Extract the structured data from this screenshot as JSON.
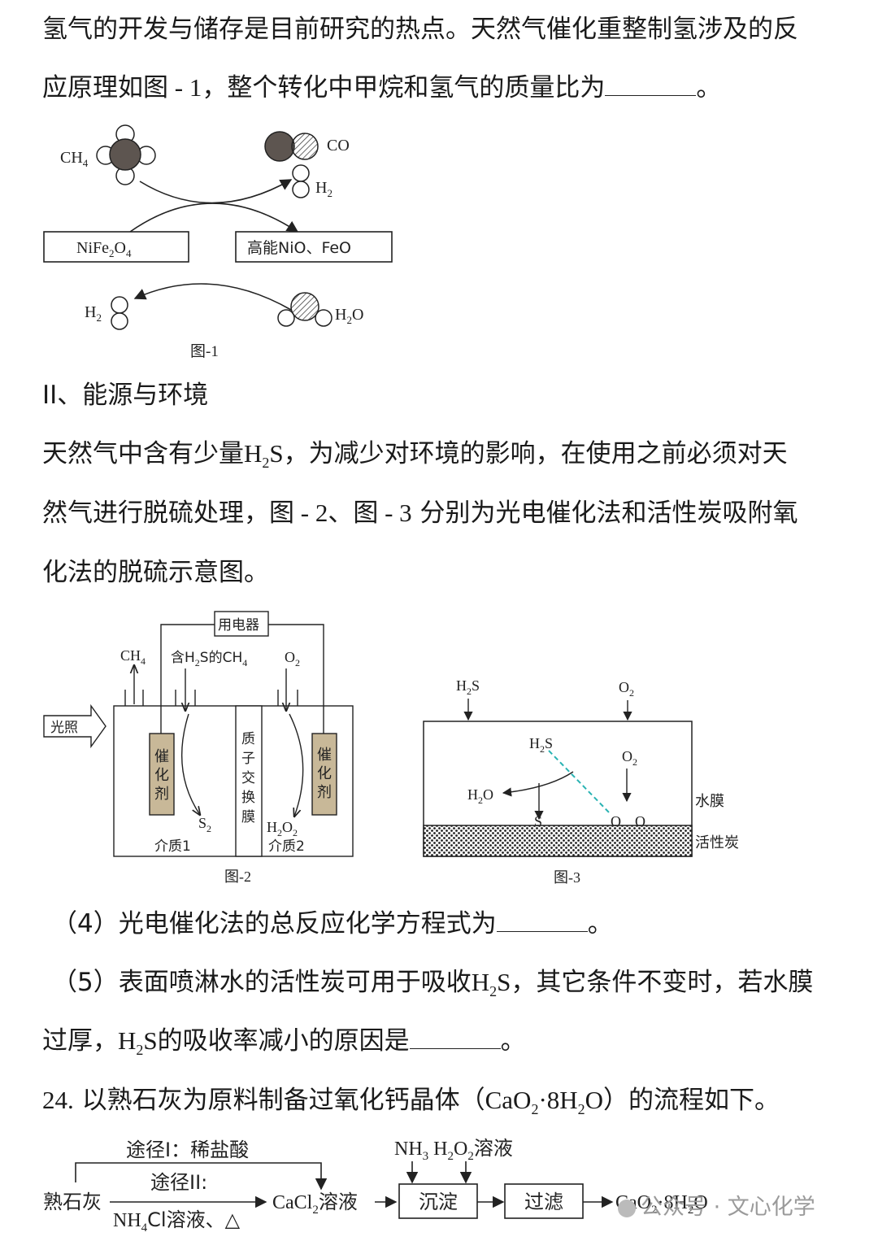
{
  "intro": {
    "line1": "氢气的开发与储存是目前研究的热点。天然气催化重整制氢涉及的反",
    "line2_a": "应原理如图",
    "line2_fig": " - 1",
    "line2_b": "，整个转化中甲烷和氢气的质量比为",
    "line2_end": "。"
  },
  "fig1": {
    "ch4": "CH",
    "ch4_sub": "4",
    "co": "CO",
    "h2": "H",
    "h2_sub": "2",
    "left_box_a": "NiFe",
    "left_box_sub1": "2",
    "left_box_b": "O",
    "left_box_sub2": "4",
    "right_box": "高能NiO、FeO",
    "h2_bottom": "H",
    "h2_bottom_sub": "2",
    "h2o": "H",
    "h2o_sub": "2",
    "h2o_end": "O",
    "caption": "图-1"
  },
  "section2": {
    "heading": "II、能源与环境"
  },
  "para": {
    "line1_a": "天然气中含有少量",
    "line1_h": "H",
    "line1_sub": "2",
    "line1_s": "S",
    "line1_b": "，为减少对环境的影响，在使用之前必须对天",
    "line2_a": "然气进行脱硫处理，图",
    "line2_f2": " - 2",
    "line2_b": "、图",
    "line2_f3": " - 3",
    "line2_c": " 分别为光电催化法和活性炭吸附氧",
    "line3": "化法的脱硫示意图。"
  },
  "fig2": {
    "device": "用电器",
    "ch4": "CH",
    "ch4_sub": "4",
    "feed_a": "含H",
    "feed_sub": "2",
    "feed_b": "S的CH",
    "feed_sub2": "4",
    "o2": "O",
    "o2_sub": "2",
    "light": "光照",
    "catalyst": [
      "催",
      "化",
      "剂"
    ],
    "membrane": [
      "质",
      "子",
      "交",
      "换",
      "膜"
    ],
    "s2": "S",
    "s2_sub": "2",
    "h2o2_a": "H",
    "h2o2_sub1": "2",
    "h2o2_b": "O",
    "h2o2_sub2": "2",
    "medium1": "介质1",
    "medium2": "介质2",
    "caption": "图-2"
  },
  "fig3": {
    "h2s_top": "H",
    "h2s_top_sub": "2",
    "h2s_top_end": "S",
    "o2_top": "O",
    "o2_top_sub": "2",
    "h2s_in": "H",
    "h2s_in_sub": "2",
    "h2s_in_end": "S",
    "o2_in": "O",
    "o2_in_sub": "2",
    "h2o": "H",
    "h2o_sub": "2",
    "h2o_end": "O",
    "s": "S",
    "o_a": "O",
    "o_b": "O",
    "water_film": "水膜",
    "carbon": "活性炭",
    "caption": "图-3"
  },
  "q4": {
    "num": "（4）",
    "text": "光电催化法的总反应化学方程式为",
    "end": "。"
  },
  "q5": {
    "num": "（5）",
    "text_a": "表面喷淋水的活性炭可用于吸收",
    "h": "H",
    "sub": "2",
    "s": "S",
    "text_b": "，其它条件不变时，若水膜",
    "line2_a": "过厚，",
    "line2_text": "的吸收率减小的原因是",
    "end": "。"
  },
  "q24": {
    "num": "24.",
    "text_a": "以熟石灰为原料制备过氧化钙晶体（",
    "formula_a": "CaO",
    "sub1": "2",
    "formula_b": "·8H",
    "sub2": "2",
    "formula_c": "O",
    "text_b": "）的流程如下。"
  },
  "flow": {
    "route1": "途径I：稀盐酸",
    "route2": "途径II:",
    "start": "熟石灰",
    "reagent_a": "NH",
    "reagent_sub": "4",
    "reagent_b": "Cl溶液、△",
    "cacl2_a": "CaCl",
    "cacl2_sub": "2",
    "cacl2_b": "溶液",
    "top_reagents_a": "NH",
    "top_reagents_sub1": "3",
    "top_reagents_b": " H",
    "top_reagents_sub2": "2",
    "top_reagents_c": "O",
    "top_reagents_sub3": "2",
    "top_reagents_d": "溶液",
    "step1": "沉淀",
    "step2": "过滤",
    "product_a": "CaO",
    "product_sub1": "2",
    "product_b": "·8H",
    "product_sub2": "2",
    "product_c": "O"
  },
  "watermark": "公众号 · 文心化学"
}
